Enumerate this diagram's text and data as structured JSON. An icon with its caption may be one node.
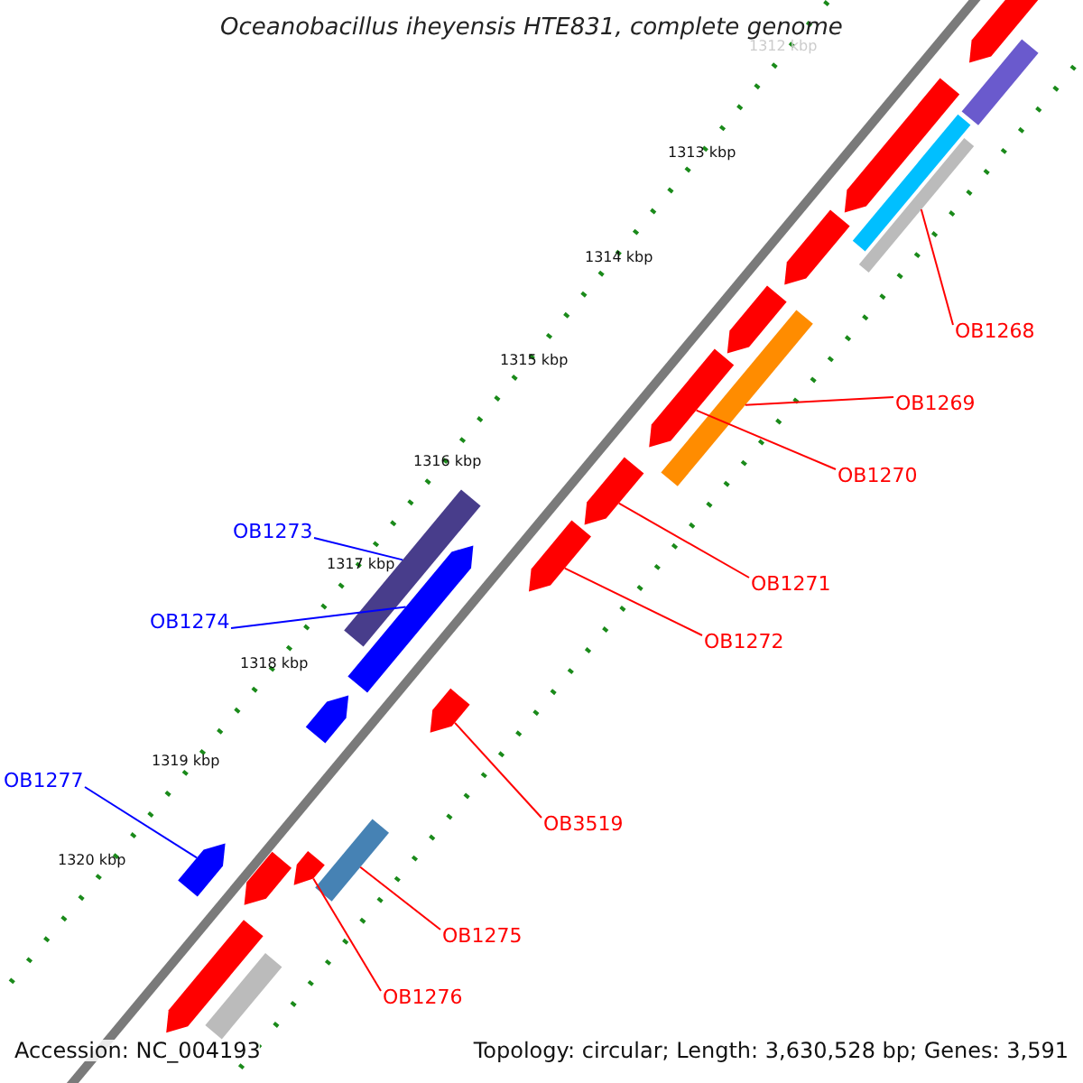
{
  "diagram": {
    "title": "Oceanobacillus iheyensis HTE831, complete genome",
    "nodes": [
      {
        "text": [
          "OB1268"
        ]
      },
      {
        "text": [
          "OB1269"
        ]
      },
      {
        "text": [
          "OB1270"
        ]
      },
      {
        "text": [
          "OB1273"
        ]
      },
      {
        "text": [
          "OB1271"
        ]
      },
      {
        "text": [
          "OB1274"
        ]
      },
      {
        "text": [
          "OB1272"
        ]
      },
      {
        "text": [
          "OB1277"
        ]
      },
      {
        "text": [
          "OB3519"
        ]
      },
      {
        "text": [
          "OB1275"
        ]
      },
      {
        "text": [
          "OB1276"
        ]
      },
      {
        "text": [],
        "shape": "bar"
      },
      {
        "text": [],
        "shape": "bar"
      },
      {
        "text": [],
        "shape": "bar"
      },
      {
        "text": [],
        "shape": "bar"
      },
      {
        "text": [],
        "shape": "bar"
      },
      {
        "text": [],
        "shape": "bar"
      },
      {
        "text": [],
        "shape": "bar"
      },
      {
        "text": [],
        "shape": "bar"
      },
      {
        "text": [],
        "shape": "bar"
      },
      {
        "text": [],
        "shape": "bar"
      },
      {
        "text": [],
        "shape": "bar"
      },
      {
        "text": [],
        "shape": "bar"
      },
      {
        "text": [],
        "shape": "bar"
      },
      {
        "text": [],
        "shape": "bar"
      },
      {
        "text": [],
        "shape": "bar"
      },
      {
        "text": [],
        "shape": "bar"
      },
      {
        "text": [],
        "shape": "bar"
      },
      {
        "text": [],
        "shape": "bar"
      },
      {
        "text": [],
        "shape": "bar"
      },
      {
        "text": [],
        "shape": "bar"
      },
      {
        "text": [],
        "shape": "bar"
      }
    ],
    "edges": [
      {
        "from": 0,
        "to": 11,
        "arrow": "none"
      },
      {
        "from": 1,
        "to": 12,
        "arrow": "none"
      },
      {
        "from": 2,
        "to": 13,
        "arrow": "none"
      },
      {
        "from": 3,
        "to": 14,
        "arrow": "none",
        "color": "#0000ff"
      },
      {
        "from": 4,
        "to": 15,
        "arrow": "none"
      },
      {
        "from": 5,
        "to": 16,
        "arrow": "none",
        "color": "#0000ff"
      },
      {
        "from": 6,
        "to": 17,
        "arrow": "none"
      },
      {
        "from": 7,
        "to": 18,
        "arrow": "none",
        "color": "#0000ff"
      },
      {
        "from": 8,
        "to": 19,
        "arrow": "none"
      },
      {
        "from": 9,
        "to": 20,
        "arrow": "none"
      },
      {
        "from": 10,
        "to": 21,
        "arrow": "none"
      }
    ],
    "labels": [
      "1312 kbp",
      "1313 kbp",
      "1314 kbp",
      "1315 kbp",
      "1316 kbp",
      "1317 kbp",
      "1318 kbp",
      "1319 kbp",
      "1320 kbp",
      "Accession: NC_004193",
      "Topology: circular; Length: 3,630,528 bp; Genes: 3,591"
    ]
  }
}
